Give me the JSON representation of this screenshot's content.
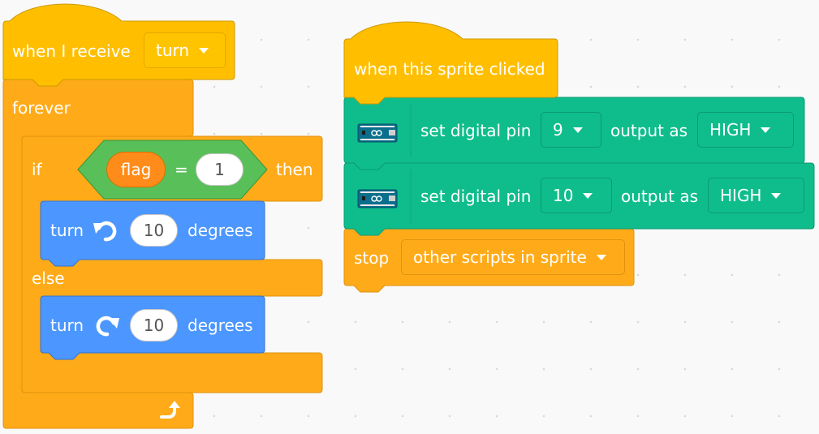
{
  "event_script": {
    "hat_label": "when I receive",
    "message": "turn",
    "forever_label": "forever",
    "if_label": "if",
    "condition": {
      "left": "flag",
      "operator": "=",
      "right": "1"
    },
    "then_label": "then",
    "turn_ccw": {
      "label": "turn",
      "value": "10",
      "unit": "degrees"
    },
    "else_label": "else",
    "turn_cw": {
      "label": "turn",
      "value": "10",
      "unit": "degrees"
    }
  },
  "click_script": {
    "hat_label": "when this sprite clicked",
    "pin_block_1": {
      "label": "set digital pin",
      "pin": "9",
      "output_label": "output as",
      "level": "HIGH"
    },
    "pin_block_2": {
      "label": "set digital pin",
      "pin": "10",
      "output_label": "output as",
      "level": "HIGH"
    },
    "stop_block": {
      "label": "stop",
      "option": "other scripts in sprite"
    }
  },
  "icons": {
    "turn_ccw": "rotate-left-icon",
    "turn_cw": "rotate-right-icon",
    "loop": "loop-arrow-icon",
    "arduino": "arduino-board-icon"
  },
  "colors": {
    "events": "#ffbf00",
    "control": "#ffab19",
    "operators": "#59c059",
    "variables": "#ff8c1a",
    "motion": "#4c97ff",
    "arduino": "#0fbd8c"
  }
}
